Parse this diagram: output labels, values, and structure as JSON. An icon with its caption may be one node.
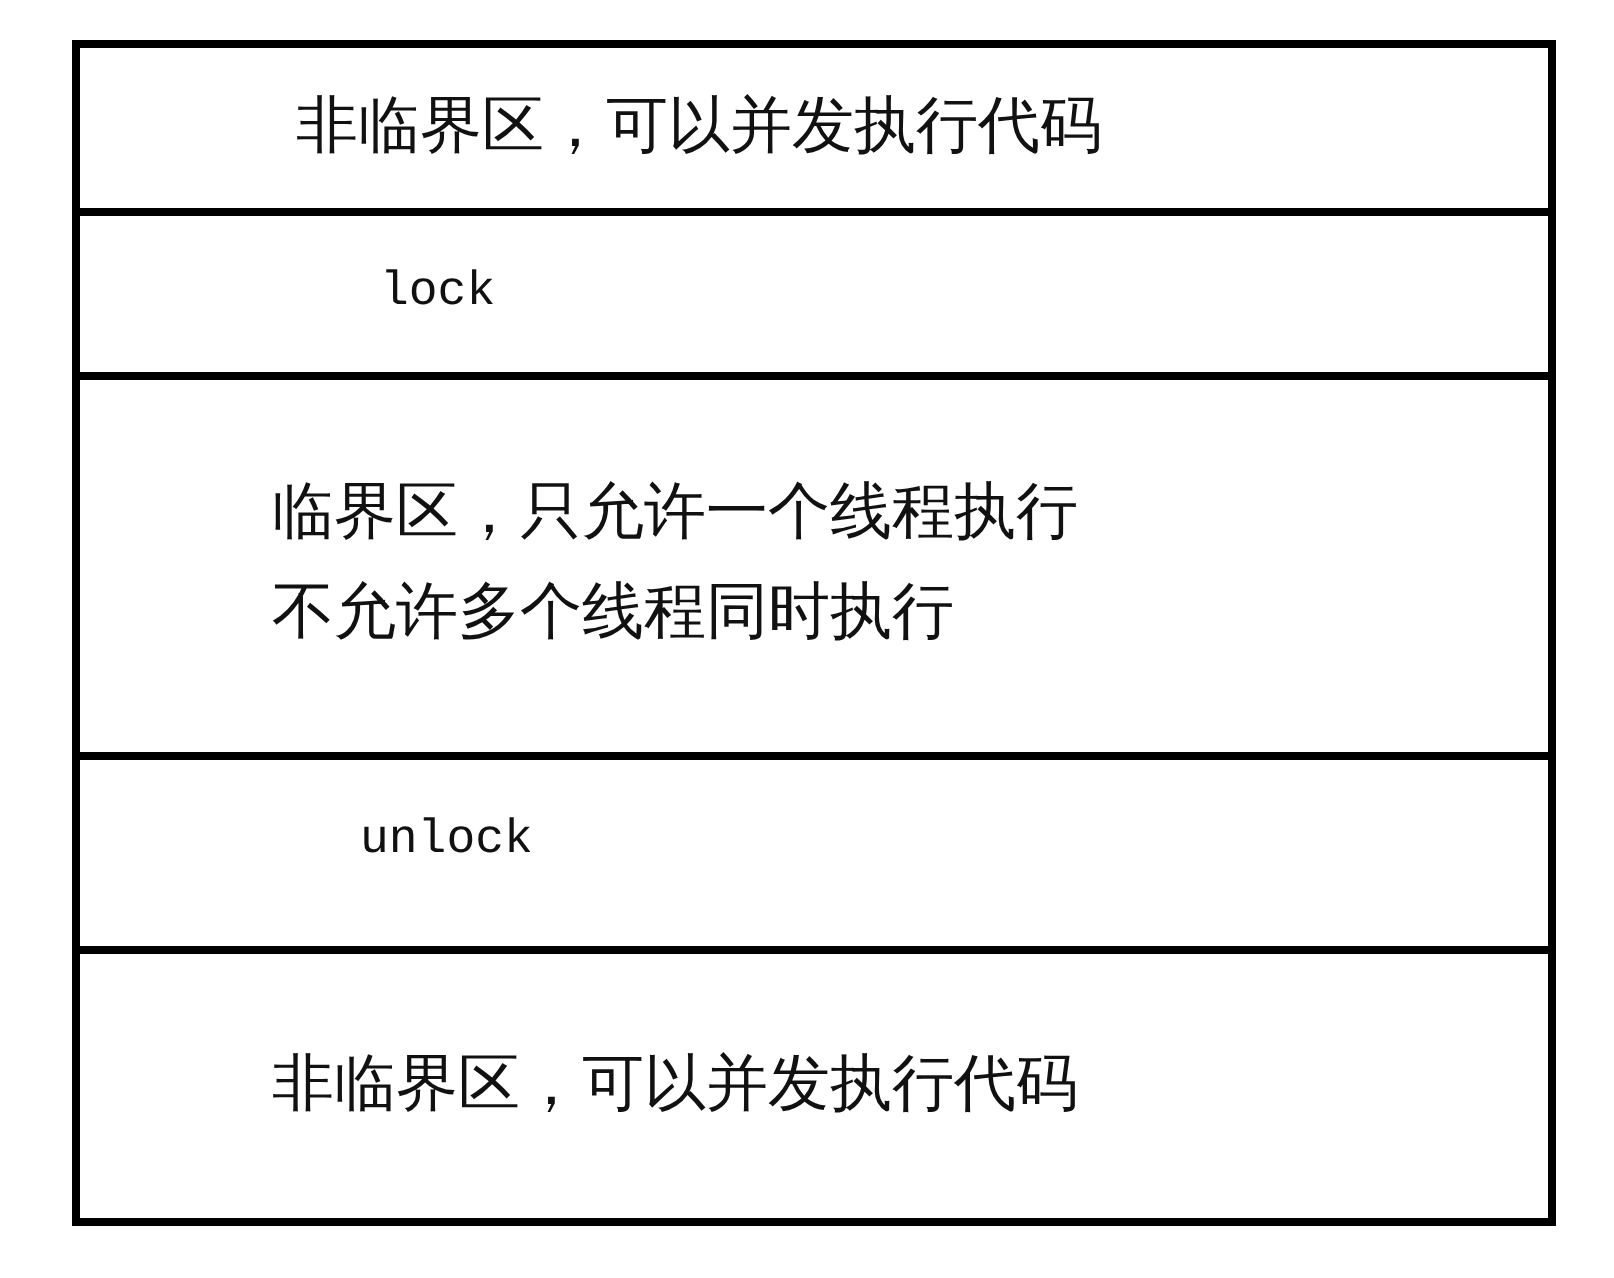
{
  "diagram": {
    "nodes": [
      {
        "text": [
          "非临界区，可以并发执行代码"
        ]
      },
      {
        "text": [
          "lock"
        ]
      },
      {
        "text": [
          "临界区，只允许一个线程执行",
          "不允许多个线程同时执行"
        ]
      },
      {
        "text": [
          "unlock"
        ]
      },
      {
        "text": [
          "非临界区，可以并发执行代码"
        ]
      }
    ]
  }
}
